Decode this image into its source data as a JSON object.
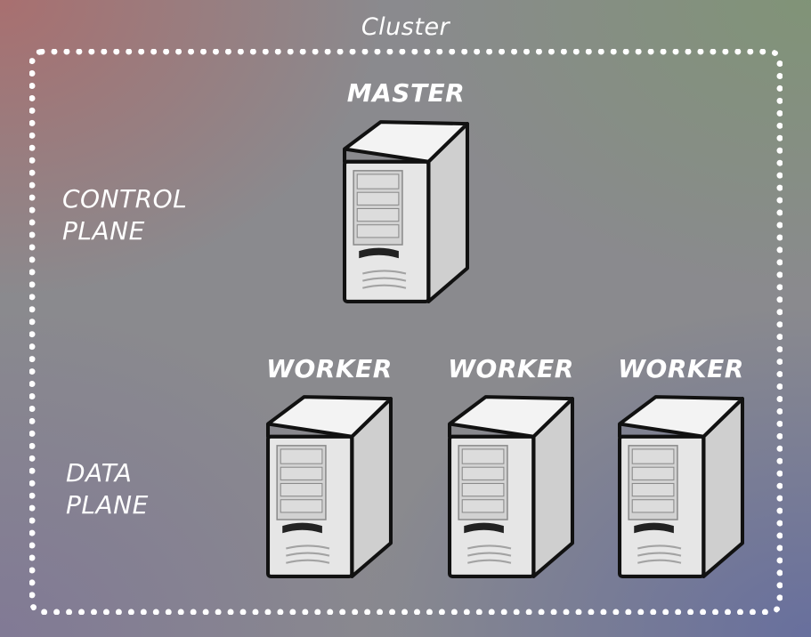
{
  "cluster": {
    "title": "Cluster"
  },
  "planes": {
    "control": [
      "CONTROL",
      "PLANE"
    ],
    "data": [
      "DATA",
      "PLANE"
    ]
  },
  "nodes": {
    "master": {
      "label": "MASTER",
      "icon": "server-icon"
    },
    "workers": [
      {
        "label": "WORKER",
        "icon": "server-icon"
      },
      {
        "label": "WORKER",
        "icon": "server-icon"
      },
      {
        "label": "WORKER",
        "icon": "server-icon"
      }
    ]
  },
  "colors": {
    "border": "#ffffff",
    "text": "#ffffff",
    "server_face": "#e6e6e6",
    "server_side": "#cfcfcf",
    "server_top": "#f3f3f3",
    "server_outline": "#111111"
  }
}
